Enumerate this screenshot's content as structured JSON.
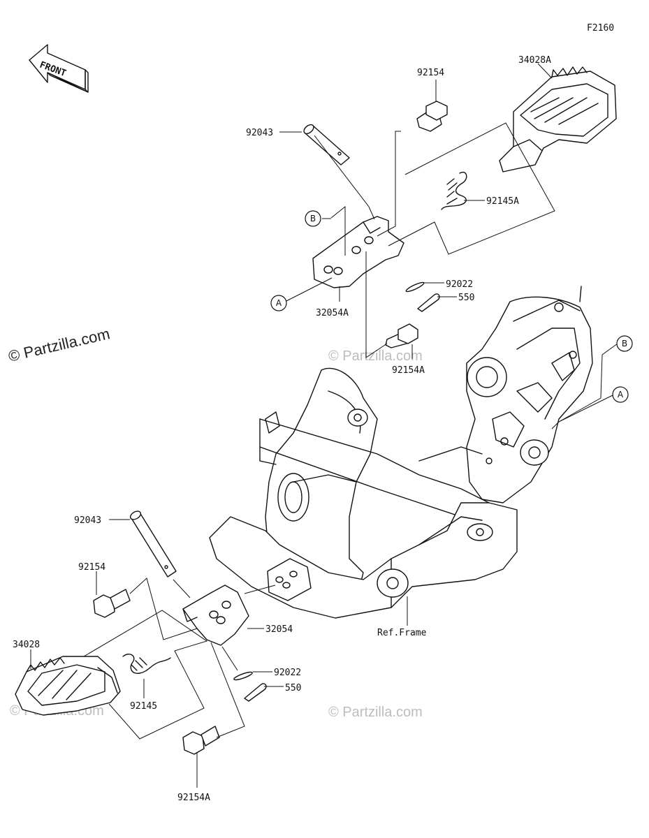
{
  "diagram_code": "F2160",
  "front_arrow_label": "FRONT",
  "watermark_main": "© Partzilla.com",
  "watermark_faint": "© Partzilla.com",
  "ref_frame_label": "Ref.Frame",
  "callouts": {
    "a": "A",
    "b": "B"
  },
  "parts_upper": {
    "p92154": "92154",
    "p34028A": "34028A",
    "p92043": "92043",
    "p92145A": "92145A",
    "p92022": "92022",
    "p550": "550",
    "p32054A": "32054A",
    "p92154A": "92154A"
  },
  "parts_lower": {
    "p92043": "92043",
    "p92154": "92154",
    "p32054": "32054",
    "p34028": "34028",
    "p92022": "92022",
    "p550": "550",
    "p92145": "92145",
    "p92154A": "92154A"
  }
}
